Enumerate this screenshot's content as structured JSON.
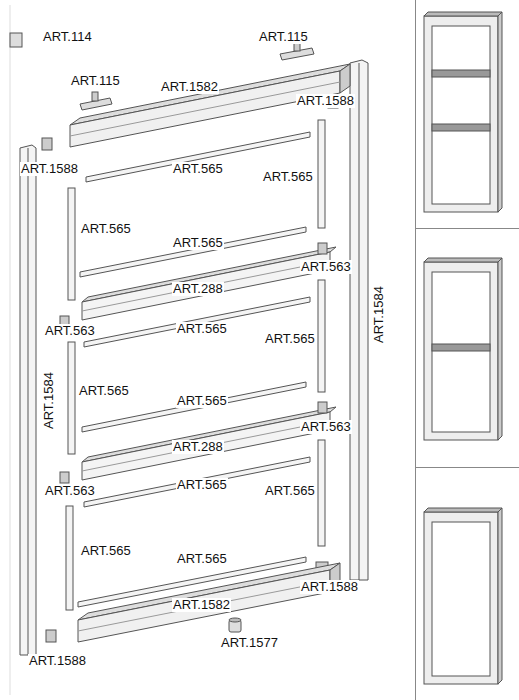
{
  "diagram": {
    "labels": [
      "ART.114",
      "ART.115",
      "ART.115",
      "ART.1582",
      "ART.1588",
      "ART.1588",
      "ART.565",
      "ART.565",
      "ART.565",
      "ART.565",
      "ART.563",
      "ART.288",
      "ART.563",
      "ART.565",
      "ART.565",
      "ART.1584",
      "ART.1584",
      "ART.565",
      "ART.565",
      "ART.563",
      "ART.288",
      "ART.563",
      "ART.565",
      "ART.565",
      "ART.565",
      "ART.565",
      "ART.1588",
      "ART.1582",
      "ART.1577",
      "ART.1588"
    ]
  }
}
